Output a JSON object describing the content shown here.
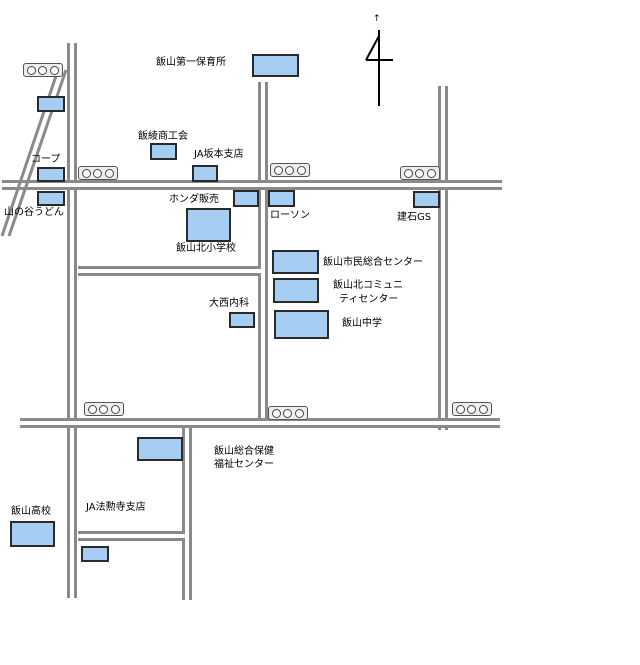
{
  "north_marker": "↑",
  "labels": {
    "hoikusho": "飯山第一保育所",
    "shokokai": "飯綾商工会",
    "ja_sakamoto": "JA坂本支店",
    "coop": "コープ",
    "udon": "山の谷うどん",
    "honda": "ホンダ販売",
    "lawson": "ローソン",
    "kenseki": "建石GS",
    "kita_sho": "飯山北小学校",
    "shimin": "飯山市民総合センター",
    "community_1": "飯山北コミュニ",
    "community_2": "ティセンター",
    "chugaku": "飯山中学",
    "onishi": "大西内科",
    "hoken_1": "飯山総合保健",
    "hoken_2": "福祉センター",
    "ja_hoshoji": "JA法勲寺支店",
    "koko": "飯山高校"
  },
  "colors": {
    "building_fill": "#a6cef2",
    "road": "#8a8a8a"
  }
}
